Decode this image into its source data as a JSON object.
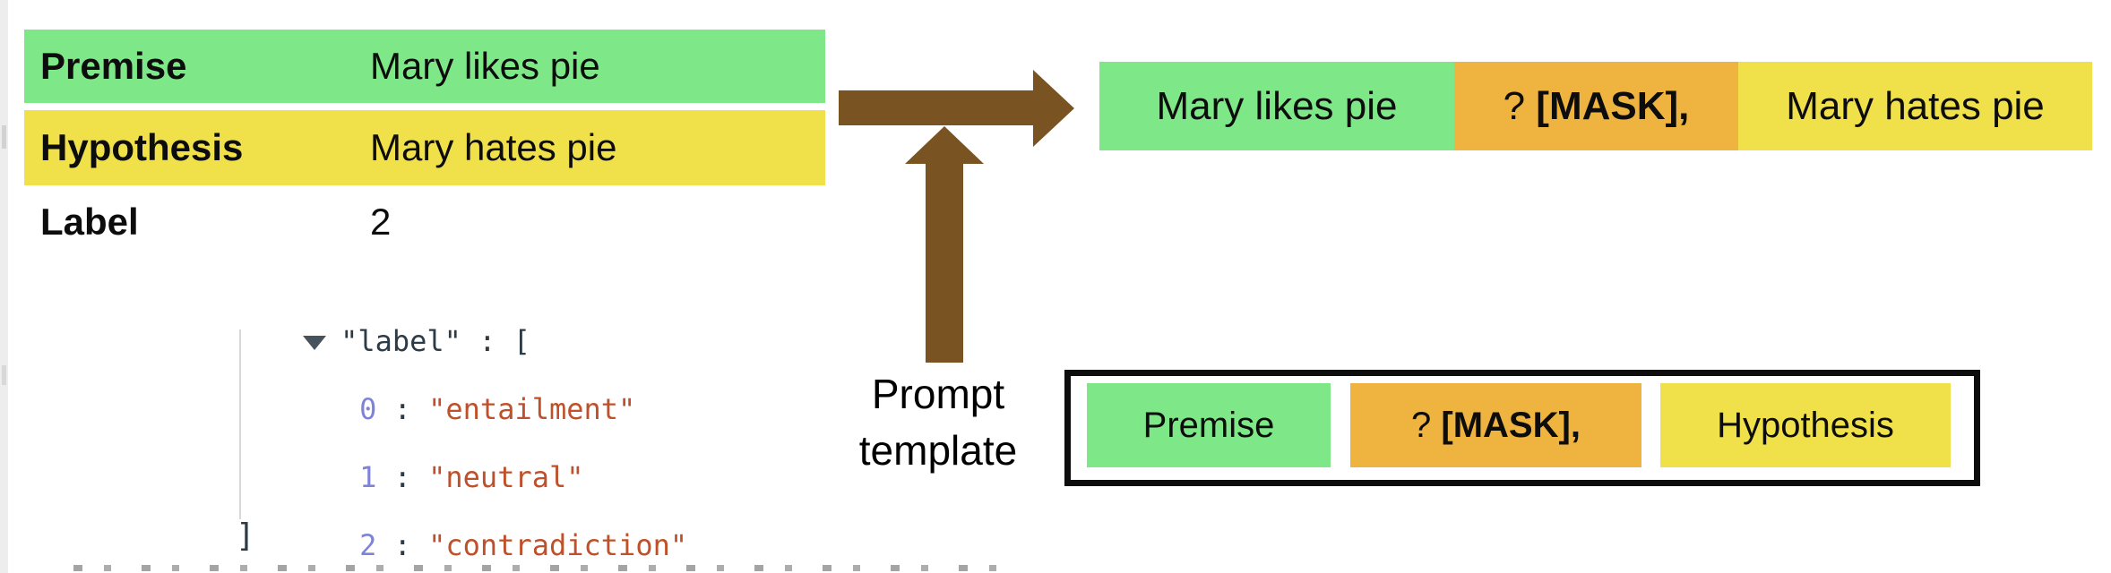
{
  "example_table": {
    "rows": [
      {
        "label": "Premise",
        "value": "Mary likes pie"
      },
      {
        "label": "Hypothesis",
        "value": "Mary hates pie"
      },
      {
        "label": "Label",
        "value": "2"
      }
    ]
  },
  "json_viewer": {
    "key_line": "\"label\" : [",
    "items": [
      {
        "index": "0",
        "separator": " : ",
        "value": "\"entailment\""
      },
      {
        "index": "1",
        "separator": " : ",
        "value": "\"neutral\""
      },
      {
        "index": "2",
        "separator": " : ",
        "value": "\"contradiction\""
      }
    ],
    "closing_bracket": "]"
  },
  "arrow_caption": {
    "line1": "Prompt",
    "line2": "template"
  },
  "output_prompt_row": {
    "premise_text": "Mary likes pie",
    "mask_prefix": "? ",
    "mask_text": "[MASK],",
    "hypothesis_text": "Mary hates pie"
  },
  "template_box": {
    "premise_label": "Premise",
    "mask_prefix": "? ",
    "mask_text": "[MASK],",
    "hypothesis_label": "Hypothesis"
  },
  "colors": {
    "premise_green": "#7ee787",
    "hypothesis_yellow": "#f0e14a",
    "mask_orange": "#eeb43f",
    "arrow_brown": "#7a5322",
    "json_key": "#2d3b47",
    "json_index": "#7e83d6",
    "json_string": "#be512b",
    "template_border": "#0d0d0d"
  }
}
